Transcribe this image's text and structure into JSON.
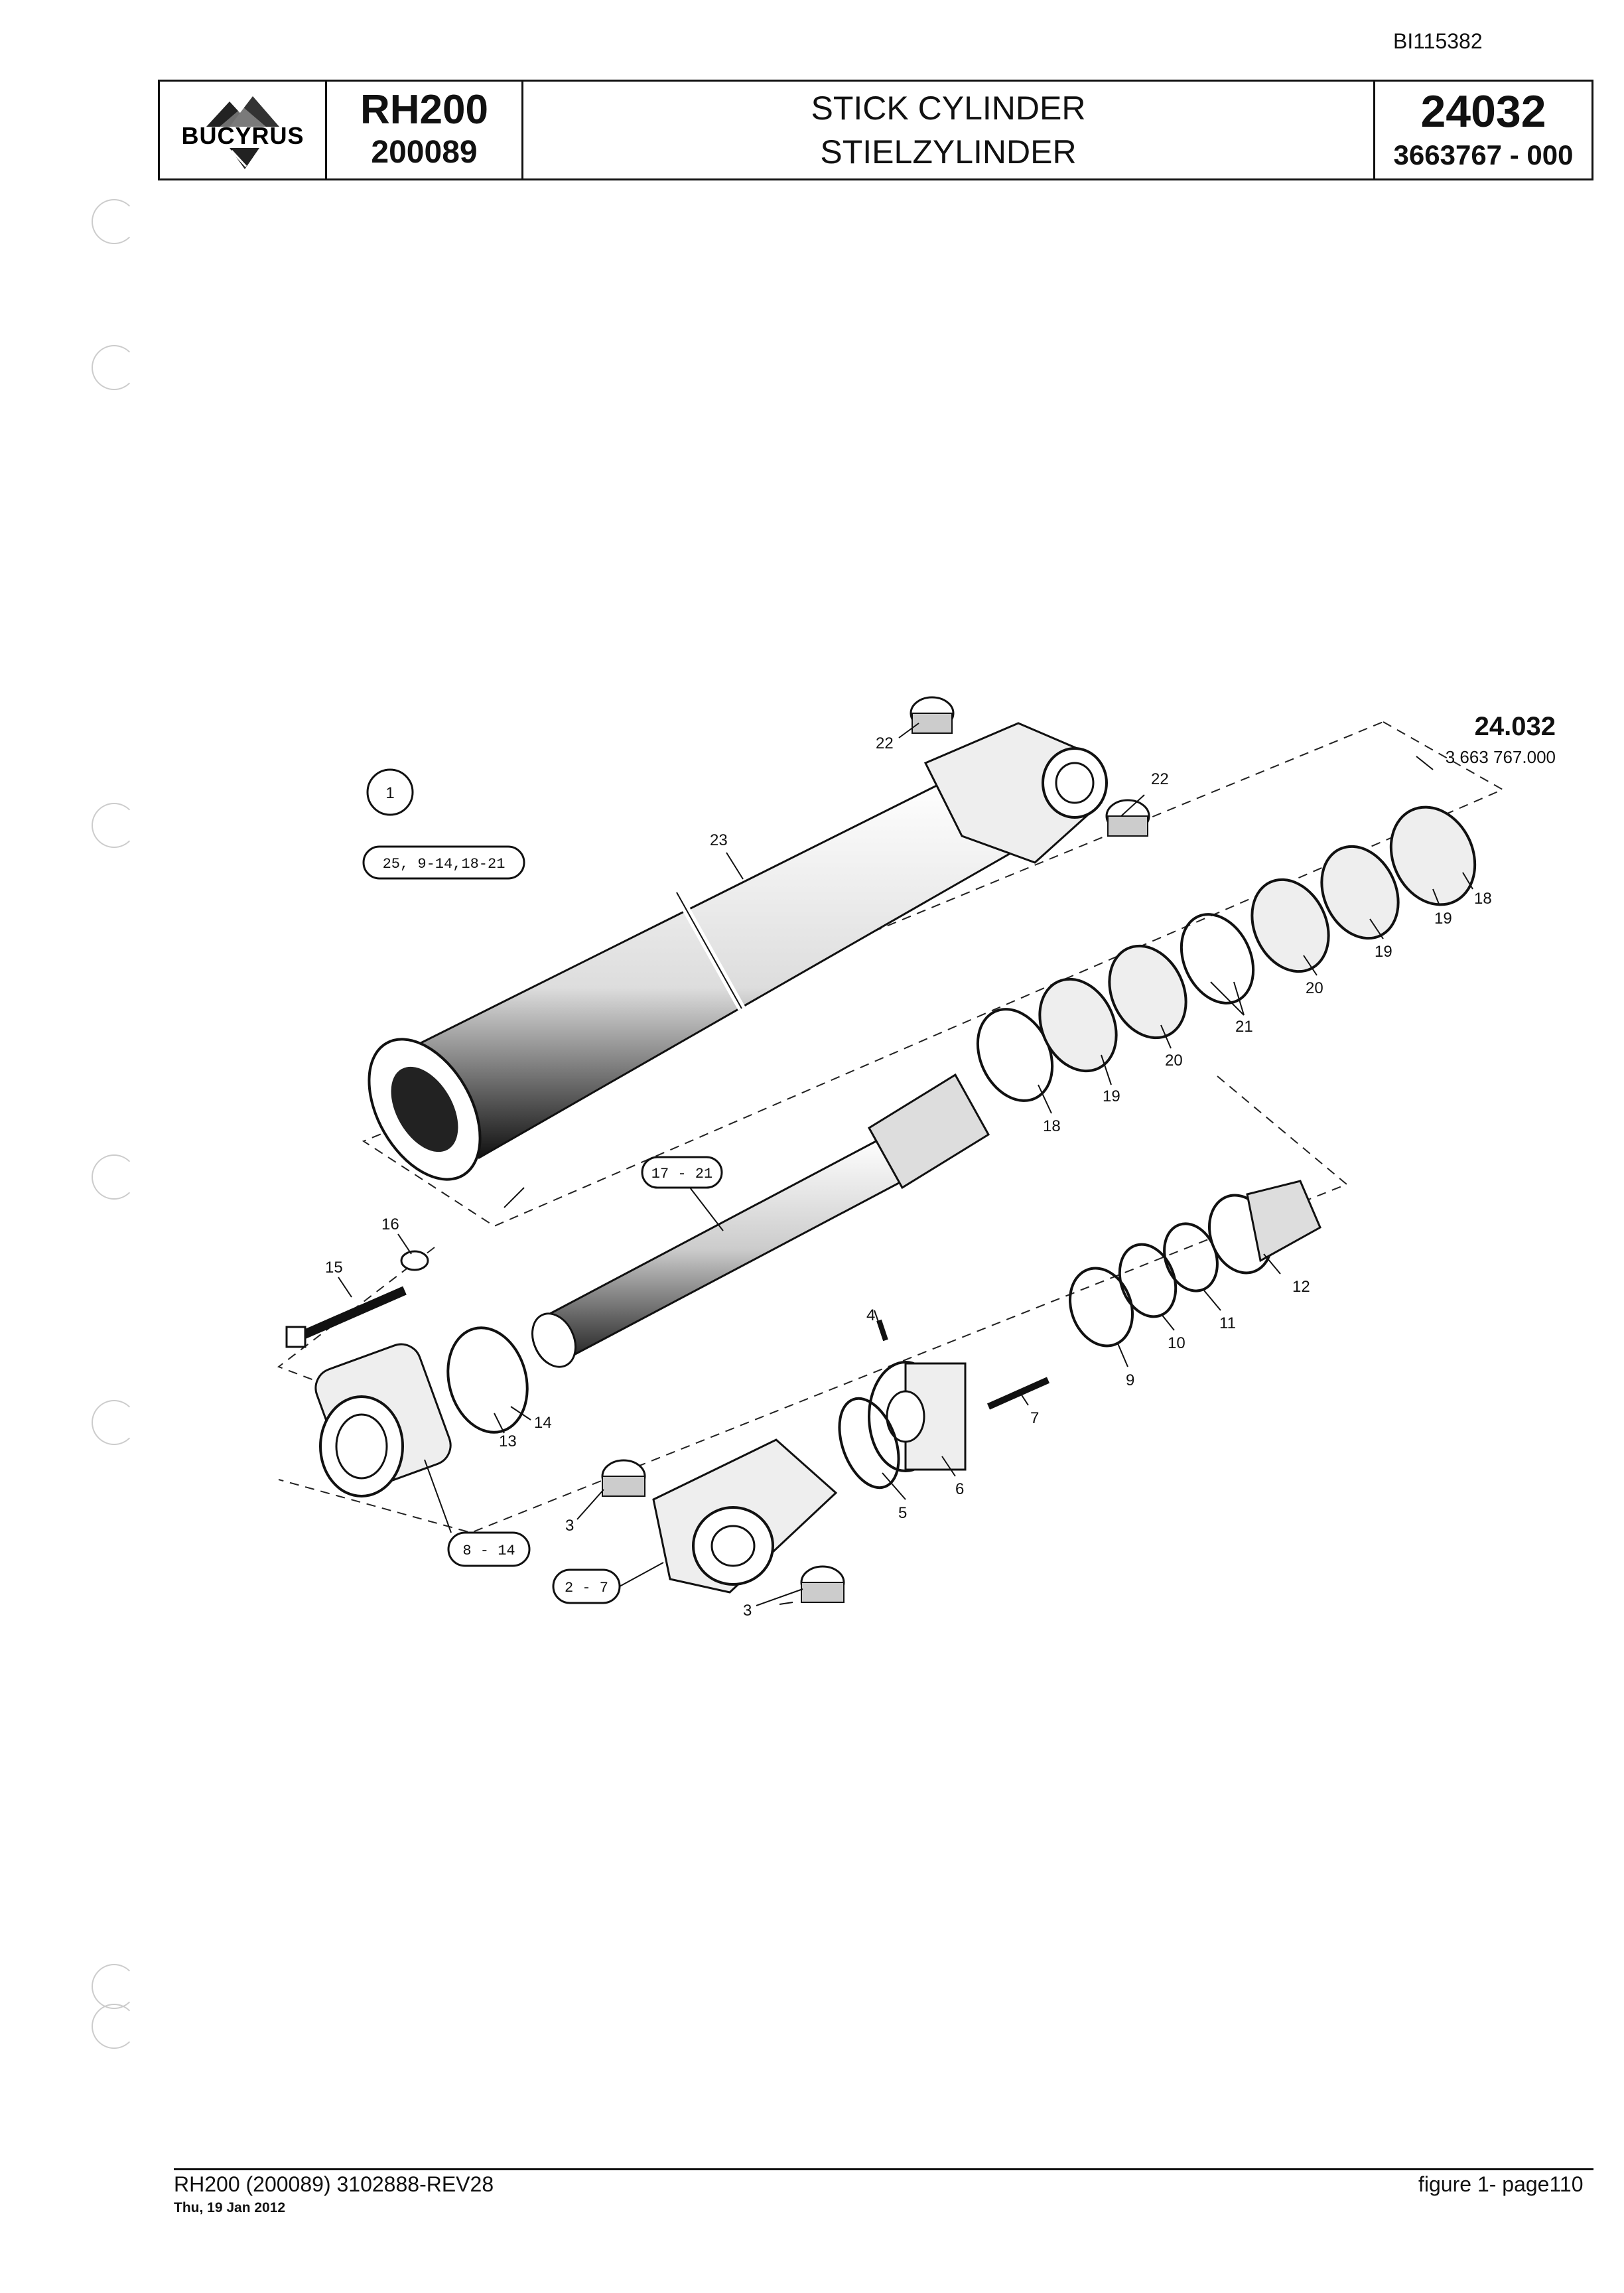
{
  "header": {
    "doc_id": "BI115382",
    "logo_text": "BUCYRUS",
    "model": "RH200",
    "serial": "200089",
    "title_en": "STICK CYLINDER",
    "title_de": "STIELZYLINDER",
    "group_no": "24032",
    "part_no": "3663767  - 000"
  },
  "diagram": {
    "ref_number": "24.032",
    "ref_part": "3 663 767.000",
    "circle_label": "1",
    "kit_labels": {
      "main": "25, 9-14,18-21",
      "piston": "17 - 21",
      "head": "8 - 14",
      "rod_end": "2 - 7"
    },
    "callouts": {
      "c22a": "22",
      "c22b": "22",
      "c23": "23",
      "c18a": "18",
      "c19a": "19",
      "c19b": "19",
      "c20a": "20",
      "c21": "21",
      "c20b": "20",
      "c19c": "19",
      "c18b": "18",
      "c16": "16",
      "c15": "15",
      "c14": "14",
      "c13": "13",
      "c4": "4",
      "c5": "5",
      "c6": "6",
      "c7": "7",
      "c9": "9",
      "c10": "10",
      "c11": "11",
      "c12": "12",
      "c3a": "3",
      "c3b": "3"
    }
  },
  "footer": {
    "left": "RH200 (200089) 3102888-REV28",
    "date": "Thu, 19 Jan 2012",
    "right": "figure 1- page110"
  }
}
